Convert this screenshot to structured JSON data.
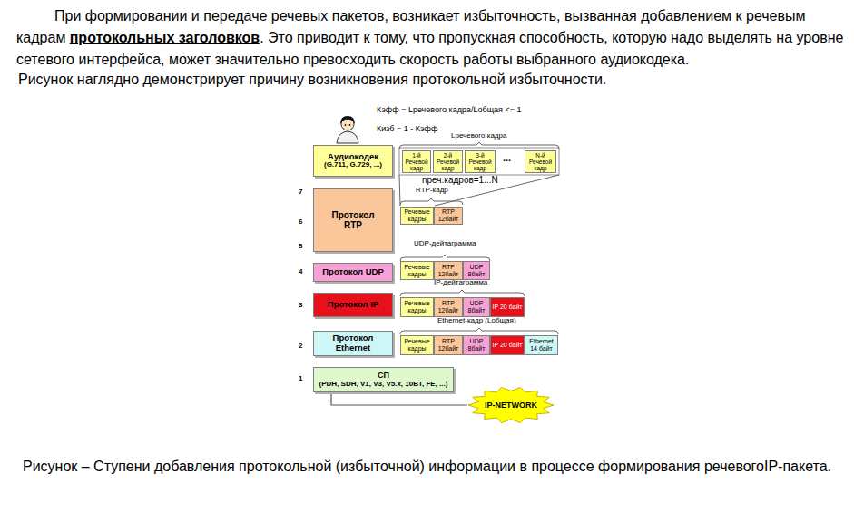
{
  "diagram": {
    "caption": "Рисунок – Ступени добавления протокольной (избыточной) информации в процессе формирования речевогоIP-пакета.",
    "nodes": [
      {
        "text": [
          "Аудиокодек",
          "(G.711, G.729, ...)"
        ]
      },
      {
        "text": [
          "Протокол RTP"
        ]
      },
      {
        "text": [
          "Протокол UDP"
        ]
      },
      {
        "text": [
          "Протокол IP"
        ]
      },
      {
        "text": [
          "Протокол Ethernet"
        ]
      },
      {
        "text": [
          "СП",
          "(PDH, SDH, V1, V3, V5.x, 10BT, FE, ...)"
        ]
      },
      {
        "text": [
          "IP-NETWORK"
        ]
      },
      {
        "text": [
          "1-й Речевой кадр"
        ]
      },
      {
        "text": [
          "2-й Речевой кадр"
        ]
      },
      {
        "text": [
          "3-й Речевой кадр"
        ]
      },
      {
        "text": [
          "N-й Речевой кадр"
        ]
      },
      {
        "text": [
          "Речевые кадры"
        ]
      },
      {
        "text": [
          "RTP 12байт"
        ]
      },
      {
        "text": [
          "Речевые кадры"
        ]
      },
      {
        "text": [
          "RTP 12байт"
        ]
      },
      {
        "text": [
          "UDP 8байт"
        ]
      },
      {
        "text": [
          "Речевые кадры"
        ]
      },
      {
        "text": [
          "RTP 12байт"
        ]
      },
      {
        "text": [
          "UDP 8байт"
        ]
      },
      {
        "text": [
          "IP 20 байт"
        ]
      },
      {
        "text": [
          "Речевые кадры"
        ]
      },
      {
        "text": [
          "RTP 12байт"
        ]
      },
      {
        "text": [
          "UDP 8байт"
        ]
      },
      {
        "text": [
          "IP 20 байт"
        ]
      },
      {
        "text": [
          "Ethernet 14 байт"
        ]
      }
    ],
    "edges": [
      {
        "from": 5,
        "to": 6,
        "arrow": "none"
      }
    ],
    "labels": [
      "При формировании и передаче речевых пакетов, возникает избыточность, вызванная добавлением к речевым кадрам",
      "протокольных заголовков",
      ". Это приводит к тому, что пропускная способность, которую надо выделять на уровне сетевого интерфейса, может значительно превосходить скорость работы выбранного аудиокодека.",
      "Рисунок наглядно демонстрирует причину возникновения протокольной избыточности.",
      "Кэфф = Lречевого кадра/Lобщая <= 1",
      "Кизб = 1 - Кэфф",
      "7",
      "6",
      "5",
      "4",
      "3",
      "2",
      "1",
      "Lречевого кадра",
      "...",
      "nреч.кадров=1...N",
      "RTP-кадр",
      "UDP-дейтаграмма",
      "IP-дейтаграмма",
      "Ethernet-кадр (Lобщая)"
    ]
  }
}
